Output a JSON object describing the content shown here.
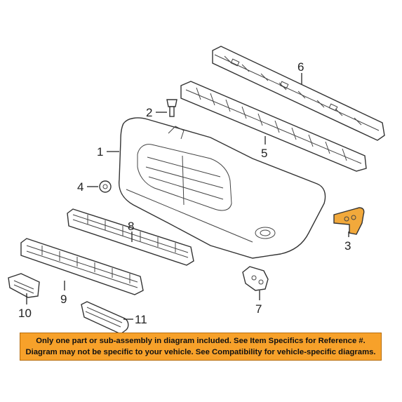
{
  "callouts": {
    "c1": "1",
    "c2": "2",
    "c3": "3",
    "c4": "4",
    "c5": "5",
    "c6": "6",
    "c7": "7",
    "c8": "8",
    "c9": "9",
    "c10": "10",
    "c11": "11"
  },
  "disclaimer": {
    "line1": "Only one part or sub-assembly in diagram included. See Item Specifics for Reference #.",
    "line2": "Diagram may not be specific to your vehicle. See Compatibility for vehicle-specific diagrams."
  },
  "colors": {
    "highlight_part": "#f2a93b",
    "banner": "#f7a12a",
    "line": "#333333"
  }
}
